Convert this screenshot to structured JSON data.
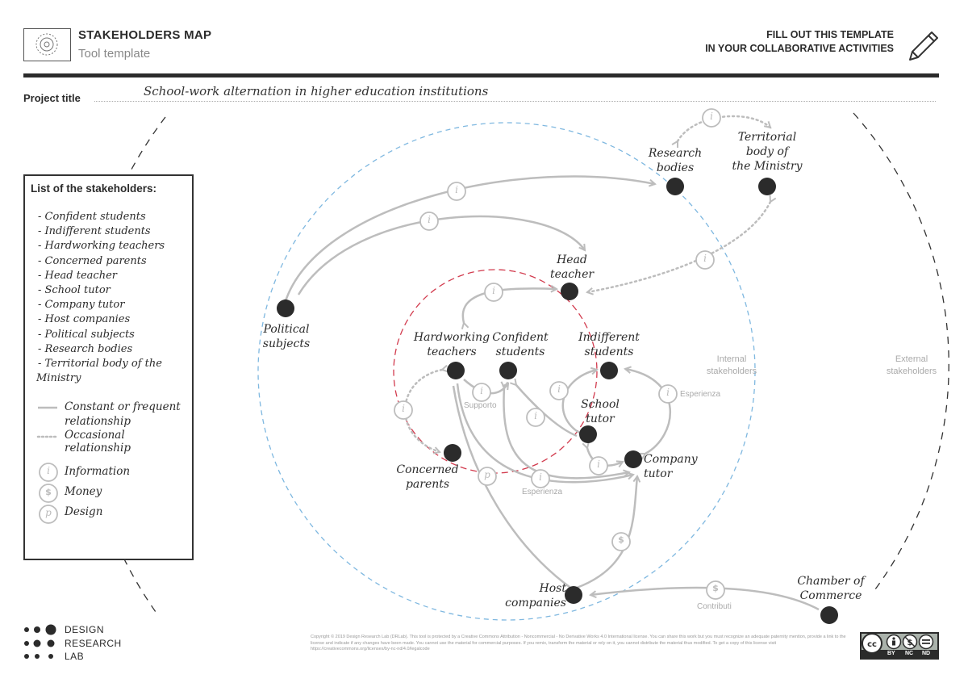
{
  "header": {
    "title": "STAKEHOLDERS MAP",
    "subtitle": "Tool template",
    "cta_line1": "FILL OUT THIS TEMPLATE",
    "cta_line2": "IN YOUR COLLABORATIVE ACTIVITIES"
  },
  "project": {
    "label": "Project title",
    "value": "School-work alternation in higher education institutions"
  },
  "legend": {
    "title": "List of the stakeholders:",
    "items": [
      "- Confident students",
      "- Indifferent students",
      "- Hardworking teachers",
      "- Concerned parents",
      "- Head teacher",
      "- School tutor",
      "- Company tutor",
      "- Host companies",
      "- Political subjects",
      "- Research bodies",
      "- Territorial body of the",
      "Ministry"
    ],
    "constant_line1": "Constant or frequent",
    "constant_line2": "relationship",
    "occasional": "Occasional relationship",
    "info_symbol": "i",
    "info_label": "Information",
    "money_symbol": "$",
    "money_label": "Money",
    "design_symbol": "p",
    "design_label": "Design"
  },
  "zones": {
    "internal_line1": "Internal",
    "internal_line2": "stakeholders",
    "external_line1": "External",
    "external_line2": "stakeholders"
  },
  "nodes": {
    "research_line1": "Research",
    "research_line2": "bodies",
    "territorial_line1": "Territorial",
    "territorial_line2": "body of",
    "territorial_line3": "the Ministry",
    "head_line1": "Head",
    "head_line2": "teacher",
    "political_line1": "Political",
    "political_line2": "subjects",
    "hardworking_line1": "Hardworking",
    "hardworking_line2": "teachers",
    "confident_line1": "Confident",
    "confident_line2": "students",
    "indifferent_line1": "Indifferent",
    "indifferent_line2": "students",
    "school_line1": "School",
    "school_line2": "tutor",
    "company_line1": "Company",
    "company_line2": "tutor",
    "concerned_line1": "Concerned",
    "concerned_line2": "parents",
    "host_line1": "Host",
    "host_line2": "companies",
    "chamber_line1": "Chamber of",
    "chamber_line2": "Commerce"
  },
  "edge_labels": {
    "supporto": "Supporto",
    "esperienza_right": "Esperienza",
    "esperienza_bottom": "Esperienza",
    "contributi": "Contributi"
  },
  "badges": {
    "info": "i",
    "money": "$",
    "design": "p"
  },
  "footer": {
    "drl_line1": "DESIGN",
    "drl_line2": "RESEARCH",
    "drl_line3": "LAB",
    "copyright": "Copyright © 2019 Design Research Lab (DRLab). This tool is protected by a Creative Commons Attribution - Noncommercial - No Derivative Works 4.0 International license. You can share this work but you must recognize an adequate paternity mention, provide a link to the license and indicate if any changes have been made. You cannot use the material for commercial purposes. If you remix, transform the material or rely on it, you cannot distribute the material thus modified. To get a copy of this license visit https://creativecommons.org/licenses/by-nc-nd/4.0/legalcode",
    "cc_by": "BY",
    "cc_nc": "NC",
    "cc_nd": "ND"
  },
  "colors": {
    "ink": "#2b2b2b",
    "edge": "#bdbdbd",
    "internal_ring": "#7fb8e0",
    "core_ring": "#d23b4e"
  }
}
